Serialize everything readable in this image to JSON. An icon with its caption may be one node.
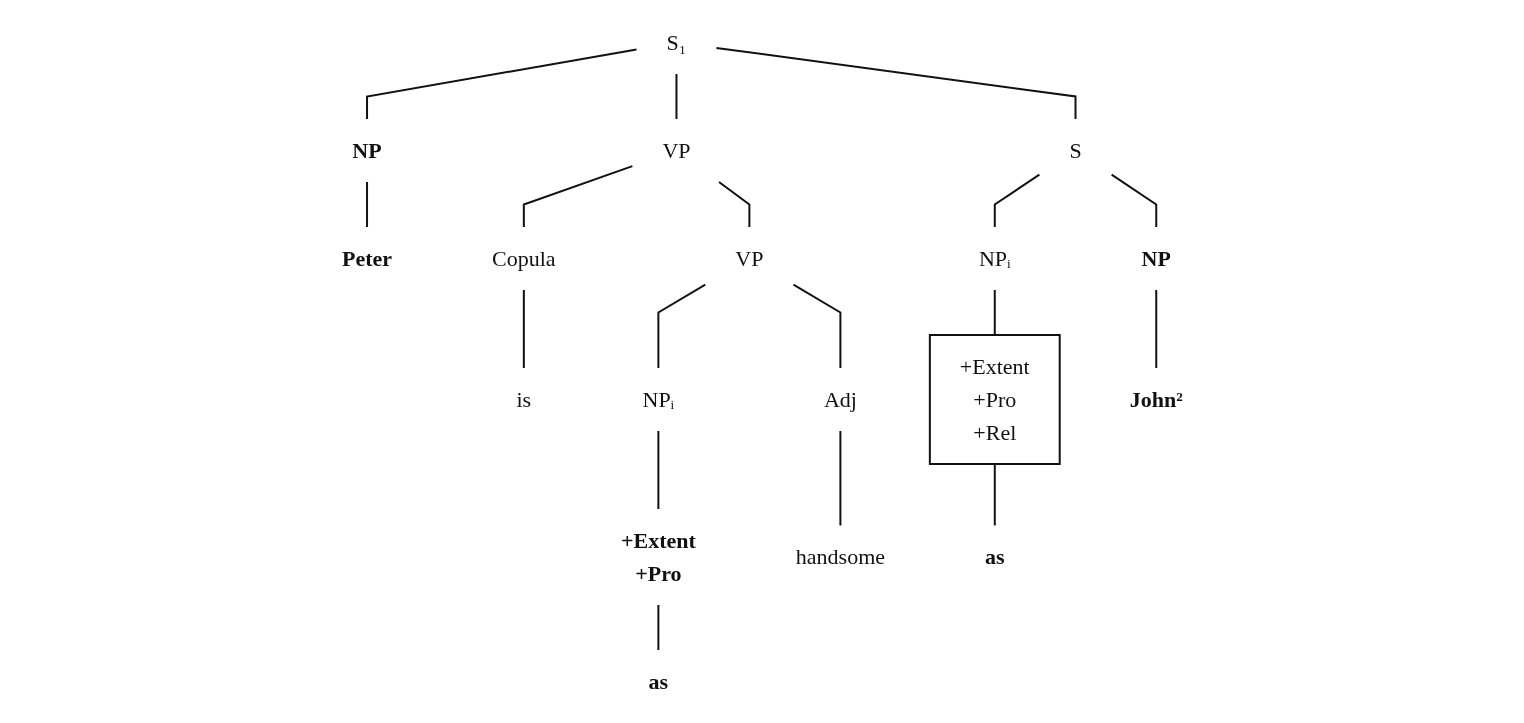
{
  "diagram": {
    "nodes": [
      {
        "text": [
          "S₁"
        ]
      },
      {
        "text": [
          "NP"
        ]
      },
      {
        "text": [
          "VP"
        ]
      },
      {
        "text": [
          "S"
        ]
      },
      {
        "text": [
          "Copula"
        ]
      },
      {
        "text": [
          "VP"
        ]
      },
      {
        "text": [
          "NPᵢ"
        ]
      },
      {
        "text": [
          "NP"
        ]
      },
      {
        "text": [
          "NPᵢ"
        ]
      },
      {
        "text": [
          "Adj"
        ]
      },
      {
        "text": [
          "+Extent",
          "+Pro",
          "+Rel"
        ]
      },
      {
        "text": [
          "+Extent",
          "+Pro"
        ]
      },
      {
        "text": [
          "Peter"
        ]
      },
      {
        "text": [
          "is"
        ]
      },
      {
        "text": [
          "as"
        ]
      },
      {
        "text": [
          "handsome"
        ]
      },
      {
        "text": [
          "as"
        ]
      },
      {
        "text": [
          "John²"
        ]
      }
    ],
    "edges": [
      {
        "from": 0,
        "to": 1,
        "arrow": "none"
      },
      {
        "from": 0,
        "to": 2,
        "arrow": "none"
      },
      {
        "from": 0,
        "to": 3,
        "arrow": "none"
      },
      {
        "from": 2,
        "to": 4,
        "arrow": "none"
      },
      {
        "from": 2,
        "to": 5,
        "arrow": "none"
      },
      {
        "from": 3,
        "to": 6,
        "arrow": "none"
      },
      {
        "from": 3,
        "to": 7,
        "arrow": "none"
      },
      {
        "from": 5,
        "to": 8,
        "arrow": "none"
      },
      {
        "from": 5,
        "to": 9,
        "arrow": "none"
      },
      {
        "from": 6,
        "to": 10,
        "arrow": "none"
      },
      {
        "from": 8,
        "to": 11,
        "arrow": "none"
      },
      {
        "from": 1,
        "to": 12,
        "arrow": "none"
      },
      {
        "from": 4,
        "to": 13,
        "arrow": "none"
      },
      {
        "from": 11,
        "to": 14,
        "arrow": "none"
      },
      {
        "from": 9,
        "to": 15,
        "arrow": "none"
      },
      {
        "from": 10,
        "to": 16,
        "arrow": "none"
      },
      {
        "from": 7,
        "to": 17,
        "arrow": "none"
      }
    ]
  }
}
